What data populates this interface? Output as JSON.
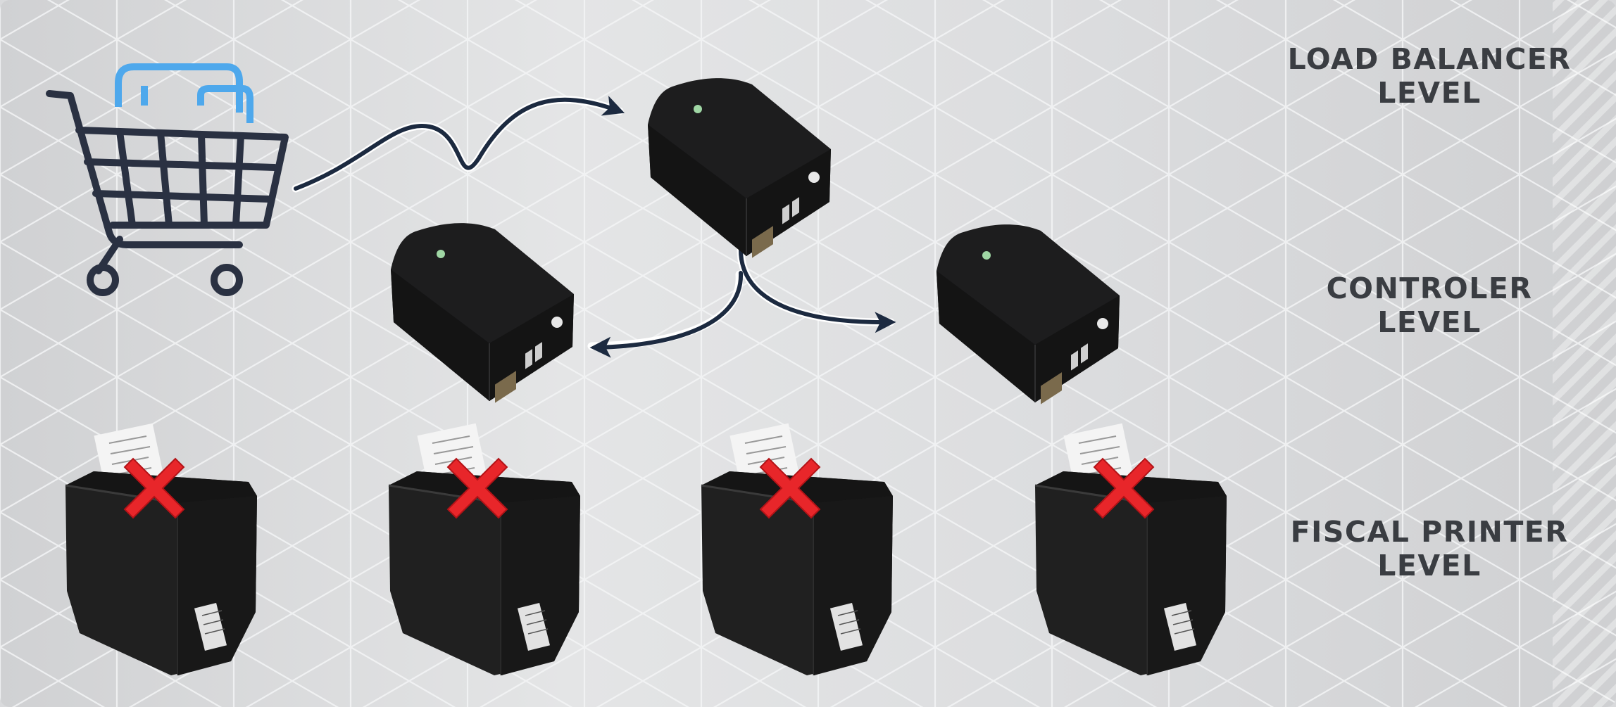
{
  "levels": {
    "load_balancer": {
      "line1": "LOAD BALANCER",
      "line2": "LEVEL"
    },
    "controller": {
      "line1": "CONTROLER",
      "line2": "LEVEL"
    },
    "fiscal_printer": {
      "line1": "FISCAL PRINTER",
      "line2": "LEVEL"
    }
  },
  "icons": {
    "cart": "shopping-cart-icon",
    "controller": "controller-box",
    "printer": "fiscal-printer",
    "error": "red-x-icon"
  },
  "colors": {
    "cart_body": "#2a3142",
    "cart_items": "#4ea8ec",
    "arrows": "#1c2a40",
    "device": "#1b1b1c",
    "error_x": "#e8262a",
    "label_text": "#3a3d42"
  }
}
